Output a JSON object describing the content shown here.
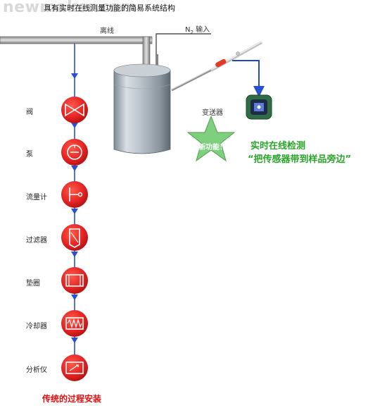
{
  "watermark": "newmaker.com",
  "title": "具有实时在线测量功能的简易系统结构",
  "pipe_labels": {
    "offline": "离线",
    "n2_main": "N",
    "n2_sub": "2",
    "n2_suffix": " 输入",
    "transmitter": "变送器"
  },
  "new_feature": "新功能！",
  "realtime": {
    "line1": "实时在线检测",
    "line2": "“把传感器带到样品旁边”"
  },
  "components": [
    {
      "label": "阀",
      "icon": "valve-icon"
    },
    {
      "label": "泵",
      "icon": "pump-icon"
    },
    {
      "label": "流量计",
      "icon": "flowmeter-icon"
    },
    {
      "label": "过滤器",
      "icon": "filter-icon"
    },
    {
      "label": "垫圈",
      "icon": "gasket-icon"
    },
    {
      "label": "冷却器",
      "icon": "cooler-icon"
    },
    {
      "label": "分析仪",
      "icon": "analyzer-icon"
    }
  ],
  "traditional_caption": "传统的过程安装",
  "colors": {
    "component_red": "#e32222",
    "pipe": "#505050",
    "blue_line": "#1f49c8",
    "arrow_blue": "#2a50d0",
    "star_green": "#7ed07e",
    "caption_red": "#e01010",
    "realtime_green": "#2aa42a"
  }
}
